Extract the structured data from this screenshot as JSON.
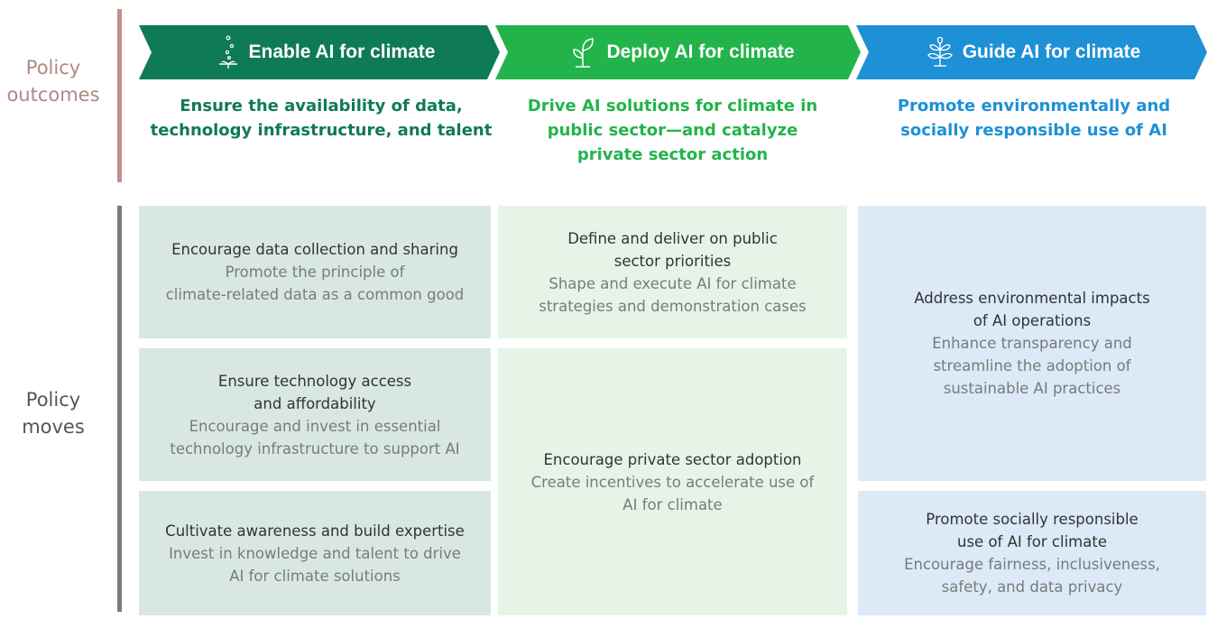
{
  "labels": {
    "policy_outcomes": [
      "Policy",
      "outcomes"
    ],
    "policy_moves": [
      "Policy",
      "moves"
    ]
  },
  "colors": {
    "enable": "#0f7a57",
    "deploy": "#22b44a",
    "guide": "#1e90d6",
    "enable_box": "#d8e8e1",
    "deploy_box": "#e6f4e7",
    "guide_box": "#dbeaf6"
  },
  "pillars": [
    {
      "icon": "seedling-dots-icon",
      "title": "Enable AI for climate",
      "outcome": [
        "Ensure the availability of data,",
        "technology infrastructure, and talent"
      ]
    },
    {
      "icon": "sprout-icon",
      "title": "Deploy AI for climate",
      "outcome": [
        "Drive AI solutions for climate in",
        "public sector—and catalyze",
        "private sector action"
      ]
    },
    {
      "icon": "plant-icon",
      "title": "Guide AI for climate",
      "outcome": [
        "Promote environmentally and",
        "socially responsible use of AI"
      ]
    }
  ],
  "moves": {
    "enable": [
      {
        "title": [
          "Encourage data collection and sharing"
        ],
        "desc": [
          "Promote the principle of",
          "climate-related data as a common good"
        ]
      },
      {
        "title": [
          "Ensure technology access",
          "and affordability"
        ],
        "desc": [
          "Encourage and invest in essential",
          "technology infrastructure to support AI"
        ]
      },
      {
        "title": [
          "Cultivate awareness and build expertise"
        ],
        "desc": [
          "Invest in knowledge and talent to drive",
          "AI for climate solutions"
        ]
      }
    ],
    "deploy": [
      {
        "title": [
          "Define and deliver on public",
          "sector priorities"
        ],
        "desc": [
          "Shape and execute AI for climate",
          "strategies and demonstration cases"
        ]
      },
      {
        "title": [
          "Encourage private sector adoption"
        ],
        "desc": [
          "Create incentives to accelerate use of",
          "AI for climate"
        ]
      }
    ],
    "guide": [
      {
        "title": [
          "Address environmental impacts",
          "of AI operations"
        ],
        "desc": [
          "Enhance transparency and",
          "streamline the adoption of",
          "sustainable AI practices"
        ]
      },
      {
        "title": [
          "Promote socially responsible",
          "use of AI for climate"
        ],
        "desc": [
          "Encourage fairness, inclusiveness,",
          "safety, and data privacy"
        ]
      }
    ]
  }
}
